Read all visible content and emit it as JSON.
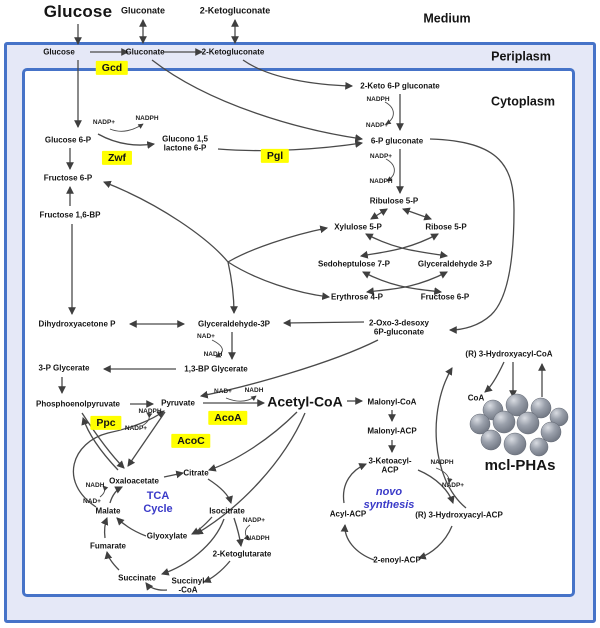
{
  "regions": {
    "medium": "Medium",
    "periplasm": "Periplasm",
    "cytoplasm": "Cytoplasm"
  },
  "medium_row": {
    "glucose": "Glucose",
    "gluconate": "Gluconate",
    "ketogluconate": "2-Ketogluconate"
  },
  "periplasm_row": {
    "glucose": "Glucose",
    "gluconate": "Gluconate",
    "ketogluconate": "2-Ketogluconate"
  },
  "enzymes": {
    "gcd": "Gcd",
    "zwf": "Zwf",
    "pgl": "Pgl",
    "ppc": "Ppc",
    "aco_a": "AcoA",
    "aco_c": "AcoC"
  },
  "cofactors": {
    "nadp": "NADP+",
    "nadph": "NADPH",
    "nad": "NAD+",
    "nadh": "NADH"
  },
  "metabolites": {
    "keto6p_gluconate": "2-Keto 6-P gluconate",
    "p6_gluconate": "6-P gluconate",
    "glucose_6p": "Glucose 6-P",
    "glucono_lactone": "Glucono 1,5\nlactone 6-P",
    "fructose_6p": "Fructose 6-P",
    "fructose_16bp": "Fructose 1,6-BP",
    "ribulose_5p": "Ribulose 5-P",
    "xylulose_5p": "Xylulose 5-P",
    "ribose_5p": "Ribose 5-P",
    "sedoheptulose_7p": "Sedoheptulose 7-P",
    "glyceraldehyde_3p_pp": "Glyceraldehyde 3-P",
    "erythrose_4p": "Erythrose 4-P",
    "fructose_6p_pp": "Fructose 6-P",
    "oxo_desoxy": "2-Oxo-3-desoxy\n6P-gluconate",
    "dhap": "Dihydroxyacetone P",
    "ga3p": "Glyceraldehyde-3P",
    "bpg_13": "1,3-BP Glycerate",
    "glycerate_3p": "3-P Glycerate",
    "pep": "Phosphoenolpyruvate",
    "pyruvate": "Pyruvate",
    "acetyl_coa": "Acetyl-CoA",
    "malonyl_coa": "Malonyl-CoA",
    "malonyl_acp": "Malonyl-ACP",
    "ketoacyl_acp": "3-Ketoacyl-\nACP",
    "acyl_acp": "Acyl-ACP",
    "hydroxyacyl_acp": "(R) 3-Hydroxyacyl-ACP",
    "enoyl_acp": "2-enoyl-ACP",
    "hydroxyacyl_coa": "(R) 3-Hydroxyacyl-CoA",
    "coa": "CoA",
    "oxaloacetate": "Oxaloacetate",
    "citrate": "Citrate",
    "isocitrate": "Isocitrate",
    "ketoglutarate": "2-Ketoglutarate",
    "succinyl_coa": "Succinyl\n-CoA",
    "succinate": "Succinate",
    "fumarate": "Fumarate",
    "malate": "Malate",
    "glyoxylate": "Glyoxylate"
  },
  "cycles": {
    "tca": "TCA\nCycle",
    "novo": "novo\nsynthesis"
  },
  "pha": {
    "granule_label": "mcl-PHAs"
  },
  "colors": {
    "membrane_border": "#4673c8",
    "periplasm_fill": "#e5e8f7",
    "enzyme_highlight": "#ffff00",
    "cycle_text": "#3a3ac8",
    "arrow": "#474747",
    "granule": "#868b96"
  }
}
